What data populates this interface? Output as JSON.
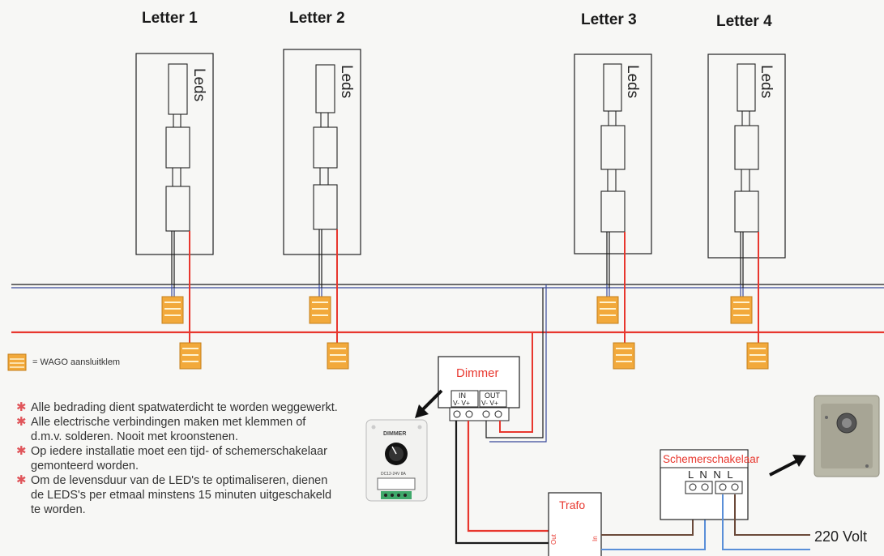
{
  "letters": [
    {
      "title": "Letter 1",
      "leds_label": "Leds"
    },
    {
      "title": "Letter 2",
      "leds_label": "Leds"
    },
    {
      "title": "Letter 3",
      "leds_label": "Leds"
    },
    {
      "title": "Letter 4",
      "leds_label": "Leds"
    }
  ],
  "legend": {
    "label": "= WAGO aansluitklem"
  },
  "dimmer": {
    "title": "Dimmer",
    "in_label": "IN",
    "out_label": "OUT",
    "in_pins": "V-  V+",
    "out_pins": "V-  V+",
    "device_label": "DIMMER",
    "device_sub": "DC12-24V 8A"
  },
  "trafo": {
    "title": "Trafo",
    "out_label": "Out",
    "in_label": "In"
  },
  "schemer": {
    "title": "Schemerschakelaar",
    "pins": "L N  N L"
  },
  "mains_label": "220 Volt",
  "notes": [
    "Alle bedrading dient spatwaterdicht te worden weggewerkt.",
    "Alle electrische verbindingen maken met klemmen of d.m.v. solderen. Nooit met kroonstenen.",
    "Op iedere installatie moet een tijd- of schemerschakelaar gemonteerd worden.",
    "Om de levensduur van de LED's te optimaliseren, dienen de LEDS's per etmaal minstens 15 minuten uitgeschakeld te worden."
  ],
  "colors": {
    "positive": "#e8372e",
    "negative": "#3a4a9a",
    "brown": "#6b4a3a",
    "blue": "#5a8fd8",
    "wago": "#f2a93b"
  }
}
